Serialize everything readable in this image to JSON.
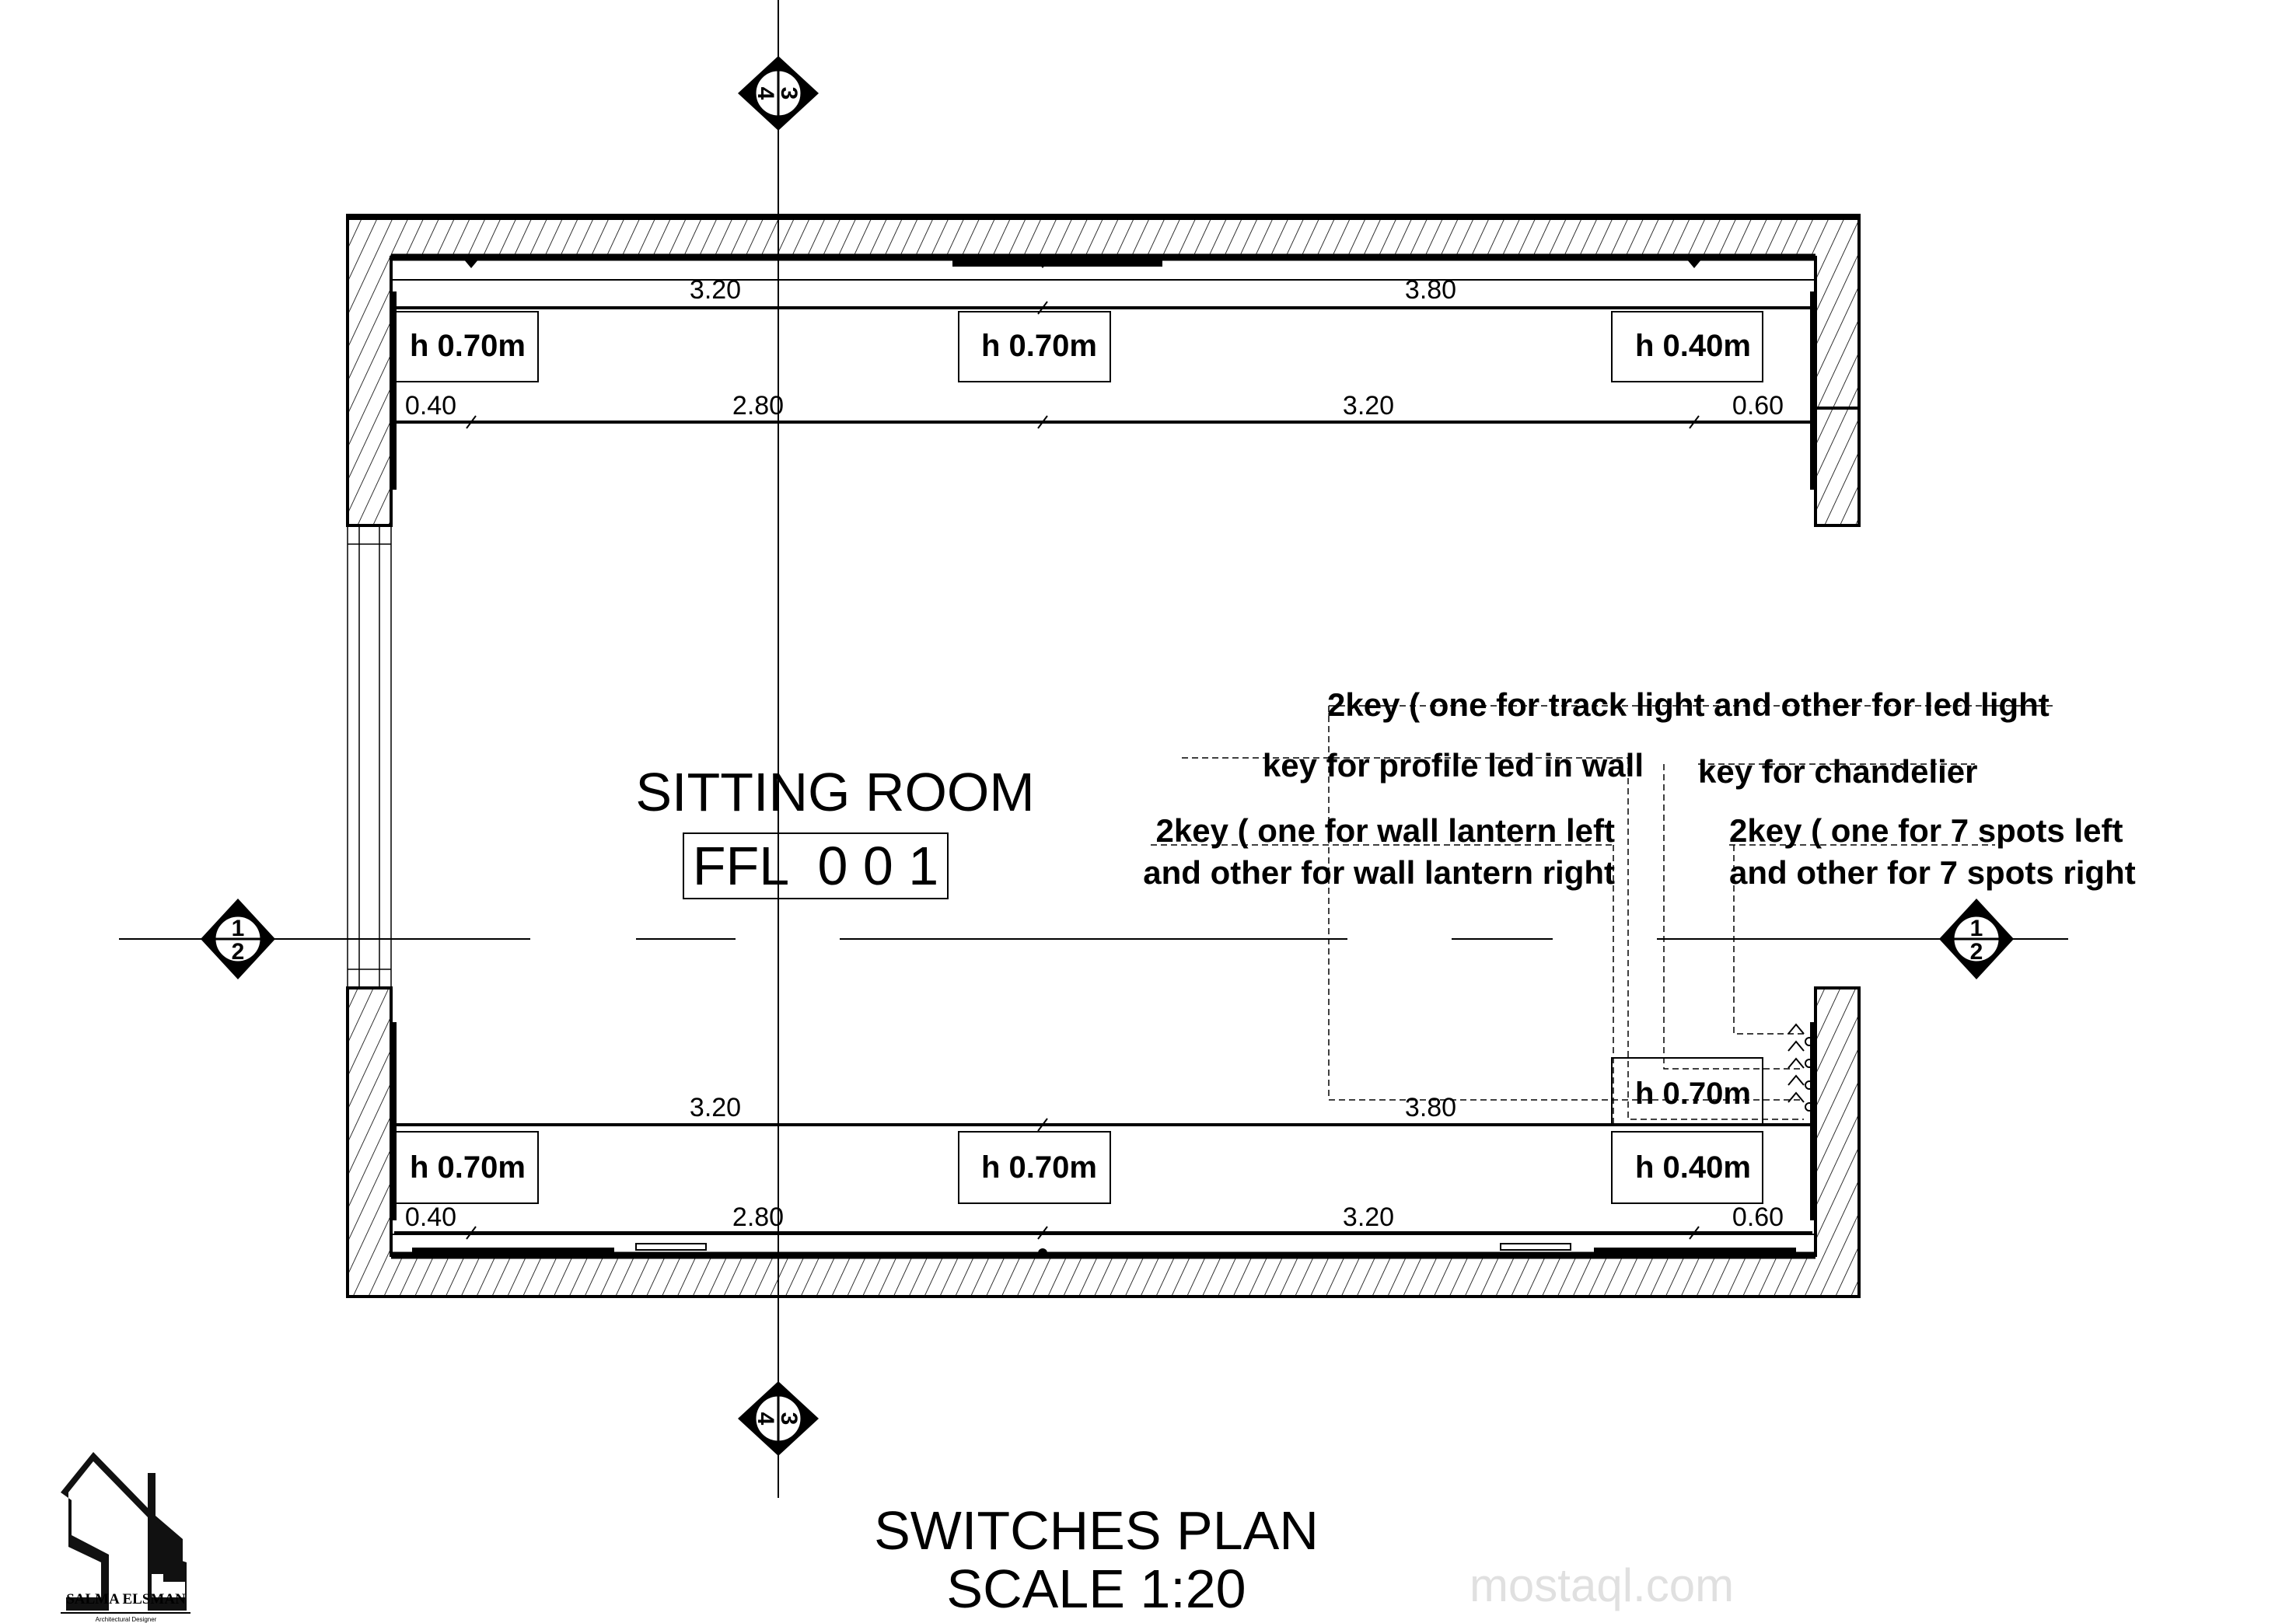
{
  "drawing": {
    "title": "SWITCHES PLAN",
    "scale": "SCALE 1:20",
    "room_name": "SITTING ROOM",
    "ffl": "FFL  0 0 1"
  },
  "section_markers": {
    "vertical": {
      "top": "3",
      "bottom": "4"
    },
    "horizontal": {
      "top": "1",
      "bottom": "2"
    }
  },
  "top_wall": {
    "dims_row1": [
      "3.20",
      "3.80"
    ],
    "dims_row2": [
      "0.40",
      "2.80",
      "3.20",
      "0.60"
    ],
    "switch_heights": [
      "h 0.70m",
      "h 0.70m",
      "h 0.40m"
    ]
  },
  "bottom_wall": {
    "dims_row1": [
      "3.20",
      "3.80"
    ],
    "dims_row2": [
      "0.40",
      "2.80",
      "3.20",
      "0.60"
    ],
    "switch_heights": [
      "h 0.70m",
      "h 0.70m",
      "h 0.40m"
    ],
    "extra_switch_height": "h 0.70m"
  },
  "annotations": {
    "track": "2key ( one for track light and other for led light",
    "profile": "key for profile led in wall",
    "chandelier": "key for chandelier",
    "lantern_1": "2key ( one for wall lantern left",
    "lantern_2": "and other for wall lantern right",
    "spots_1": "2key ( one for 7 spots left",
    "spots_2": "and other for 7 spots right"
  },
  "logo": {
    "name": "SALMA ELSMAN",
    "subtitle": "Architectural Designer",
    "monogram": "SE"
  },
  "watermark": "mostaql.com"
}
